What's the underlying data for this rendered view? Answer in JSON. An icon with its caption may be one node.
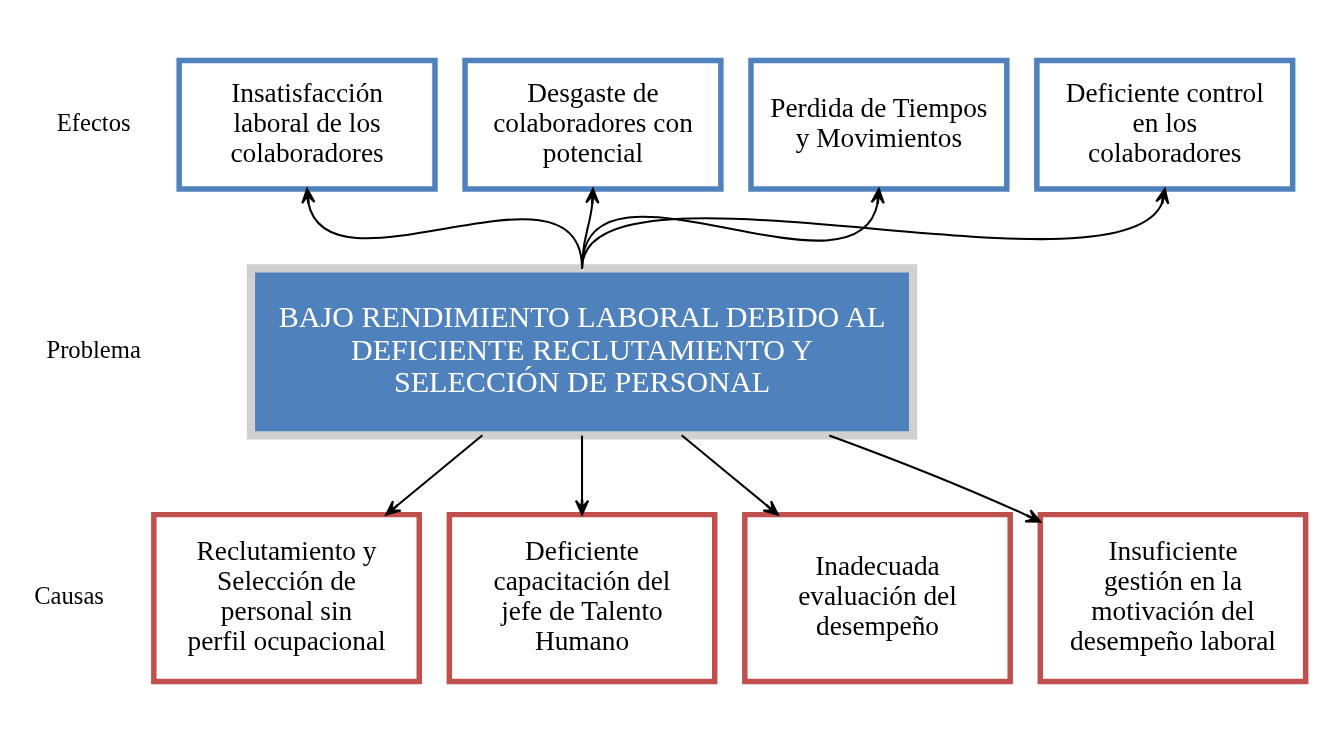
{
  "diagram": {
    "nodes": [
      {
        "text": [
          "Insatisfacción laboral de los colaboradores"
        ]
      },
      {
        "text": [
          "Desgaste de colaboradores con potencial"
        ]
      },
      {
        "text": [
          "Perdida de Tiempos y Movimientos"
        ]
      },
      {
        "text": [
          "Deficiente control en los colaboradores"
        ]
      },
      {
        "text": [
          "BAJO RENDIMIENTO LABORAL DEBIDO AL DEFICIENTE RECLUTAMIENTO Y SELECCIÓN DE PERSONAL"
        ]
      },
      {
        "text": [
          "Reclutamiento y Selección de personal sin perfil ocupacional"
        ]
      },
      {
        "text": [
          "Deficiente capacitación del jefe de Talento Humano"
        ]
      },
      {
        "text": [
          "Inadecuada evaluación del desempeño"
        ]
      },
      {
        "text": [
          "Insuficiente gestión en la motivación del desempeño laboral"
        ]
      }
    ],
    "edges": [
      {
        "from": 4,
        "to": 0,
        "arrow": "to"
      },
      {
        "from": 4,
        "to": 1,
        "arrow": "to"
      },
      {
        "from": 4,
        "to": 2,
        "arrow": "to"
      },
      {
        "from": 4,
        "to": 3,
        "arrow": "to"
      },
      {
        "from": 4,
        "to": 5,
        "arrow": "to"
      },
      {
        "from": 4,
        "to": 6,
        "arrow": "to"
      },
      {
        "from": 4,
        "to": 7,
        "arrow": "to"
      },
      {
        "from": 4,
        "to": 8,
        "arrow": "to"
      }
    ],
    "labels": [
      "Efectos",
      "Problema",
      "Causas"
    ]
  }
}
